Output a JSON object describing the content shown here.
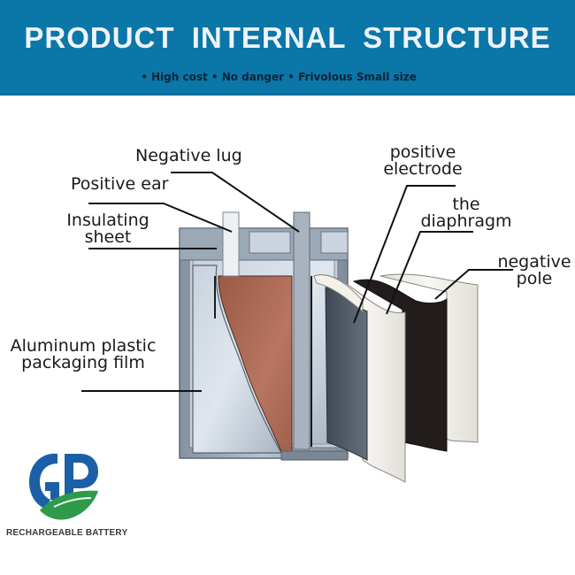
{
  "header": {
    "title": "PRODUCT  INTERNAL  STRUCTURE",
    "subtitle": "• High cost • No danger • Frivolous Small size",
    "background_color": "#0b76a8"
  },
  "diagram": {
    "labels": {
      "negative_lug": "Negative lug",
      "positive_ear": "Positive ear",
      "insulating_sheet_line1": "Insulating",
      "insulating_sheet_line2": "sheet",
      "aluminum_film_line1": "Aluminum plastic",
      "aluminum_film_line2": "packaging film",
      "positive_electrode_line1": "positive",
      "positive_electrode_line2": "electrode",
      "diaphragm_line1": "the",
      "diaphragm_line2": "diaphragm",
      "negative_pole_line1": "negative",
      "negative_pole_line2": "pole"
    },
    "colors": {
      "cathode_copper": "#a8664f",
      "casing_gray": "#9aa6b4",
      "separator_white": "#f1efe9",
      "anode_black": "#231c1c",
      "electrode_dark": "#4c5561"
    }
  },
  "logo": {
    "letters": "GP",
    "brand_text": "RECHARGEABLE BATTERY",
    "blue": "#1b5fa6",
    "green": "#2e9a4a"
  }
}
